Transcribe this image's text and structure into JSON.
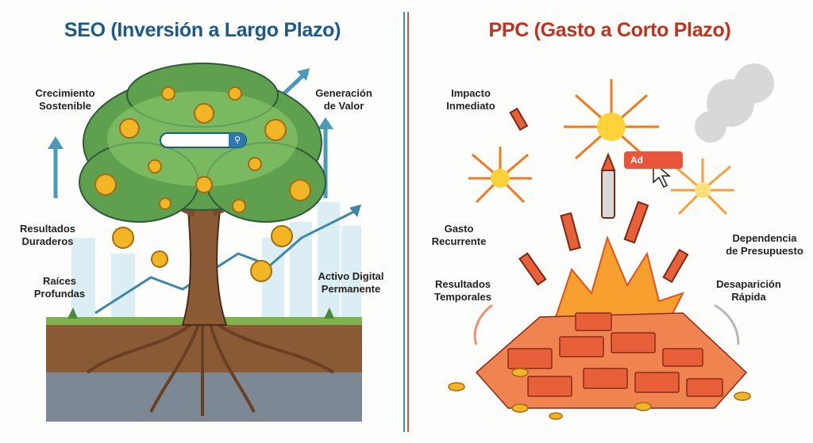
{
  "seo": {
    "title": "SEO (Inversión a Largo Plazo)",
    "labels": [
      [
        "Crecimiento",
        "Sostenible"
      ],
      [
        "Generación",
        "de Valor"
      ],
      [
        "Resultados",
        "Duraderos"
      ],
      [
        "Raíces",
        "Profundas"
      ],
      [
        "Activo Digital",
        "Permanente"
      ]
    ]
  },
  "ppc": {
    "title": "PPC (Gasto a Corto Plazo)",
    "ad_label": "Ad",
    "labels": [
      [
        "Impacto",
        "Inmediato"
      ],
      [
        "Gasto",
        "Recurrente"
      ],
      [
        "Dependencia",
        "de Presupuesto"
      ],
      [
        "Resultados",
        "Temporales"
      ],
      [
        "Desaparición",
        "Rápida"
      ]
    ]
  },
  "colors": {
    "seo": "#1d5a86",
    "ppc": "#c0321e",
    "leaf": "#5fa04e",
    "soil": "#7a4a2a",
    "coin": "#f2b526",
    "money": "#e8603a"
  }
}
